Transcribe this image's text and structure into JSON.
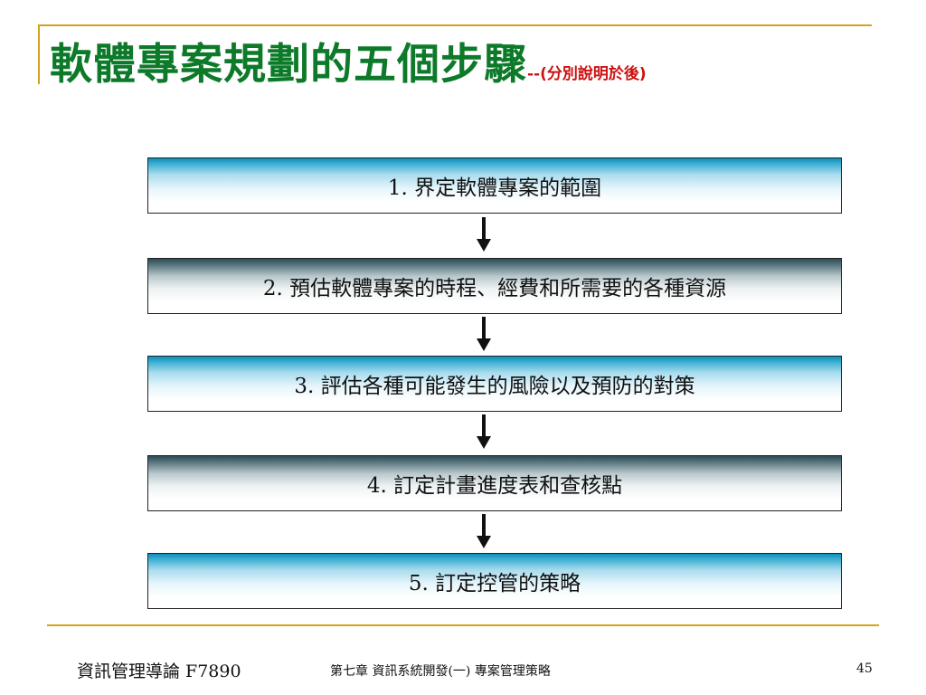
{
  "slide": {
    "title": "軟體專案規劃的五個步驟",
    "title_note": "--(分別說明於後)",
    "colors": {
      "title": "#0d7a2a",
      "note": "#cc1111",
      "frame": "#d4a21c"
    }
  },
  "steps": [
    {
      "label": "1. 界定軟體專案的範圍",
      "style": "light"
    },
    {
      "label": "2. 預估軟體專案的時程、經費和所需要的各種資源",
      "style": "dark"
    },
    {
      "label": "3. 評估各種可能發生的風險以及預防的對策",
      "style": "light"
    },
    {
      "label": "4. 訂定計畫進度表和查核點",
      "style": "dark"
    },
    {
      "label": "5. 訂定控管的策略",
      "style": "light"
    }
  ],
  "footer": {
    "course": "資訊管理導論 F7890",
    "chapter": "第七章 資訊系統開發(一) 專案管理策略",
    "page_number": "45"
  }
}
